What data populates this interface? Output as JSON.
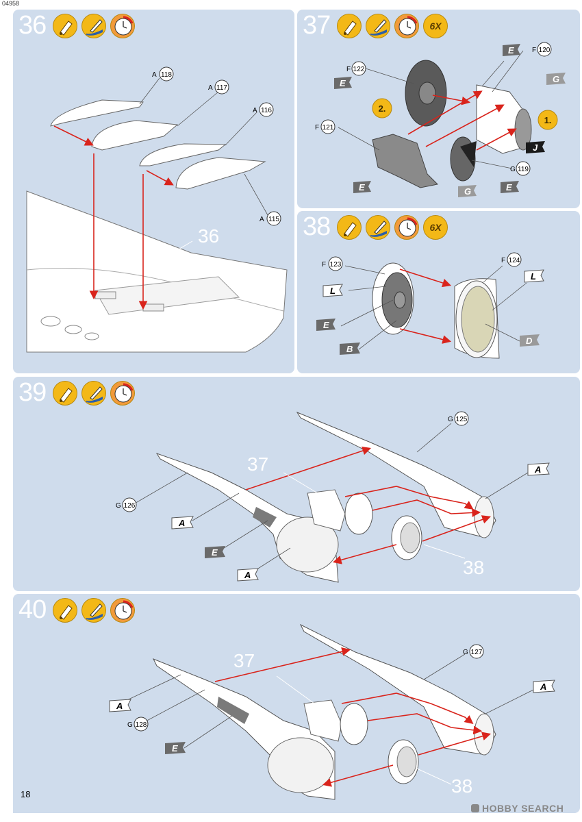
{
  "document": {
    "code": "04958",
    "page_number": "18",
    "watermark": "HOBBY SEARCH"
  },
  "colors": {
    "panel": "#cfdcec",
    "arrow": "#d9241c",
    "icon": "#f3b817",
    "flag_dark": "#6a6a6a",
    "flag_light": "#ffffff",
    "flag_black": "#1a1a1a",
    "flag_grey": "#9a9a9a"
  },
  "icon_names": [
    "glue-icon",
    "paint-brush-icon",
    "clock-icon"
  ],
  "steps": [
    {
      "id": "36",
      "number": "36",
      "multiplier": "",
      "parts": [
        {
          "letter": "A",
          "num": "118"
        },
        {
          "letter": "A",
          "num": "117"
        },
        {
          "letter": "A",
          "num": "116"
        },
        {
          "letter": "A",
          "num": "115"
        }
      ],
      "callouts": [
        "36"
      ],
      "flags": []
    },
    {
      "id": "37",
      "number": "37",
      "multiplier": "6X",
      "parts": [
        {
          "letter": "F",
          "num": "122"
        },
        {
          "letter": "F",
          "num": "120"
        },
        {
          "letter": "F",
          "num": "121"
        },
        {
          "letter": "G",
          "num": "119"
        }
      ],
      "flags": [
        "E",
        "E",
        "G",
        "E",
        "G",
        "J",
        "E"
      ],
      "order": [
        "2.",
        "1."
      ]
    },
    {
      "id": "38",
      "number": "38",
      "multiplier": "6X",
      "parts": [
        {
          "letter": "F",
          "num": "123"
        },
        {
          "letter": "F",
          "num": "124"
        }
      ],
      "flags": [
        "L",
        "E",
        "B",
        "L",
        "D"
      ]
    },
    {
      "id": "39",
      "number": "39",
      "multiplier": "",
      "parts": [
        {
          "letter": "G",
          "num": "125"
        },
        {
          "letter": "G",
          "num": "126"
        }
      ],
      "callouts": [
        "37",
        "38"
      ],
      "flags": [
        "A",
        "A",
        "E",
        "A"
      ]
    },
    {
      "id": "40",
      "number": "40",
      "multiplier": "",
      "parts": [
        {
          "letter": "G",
          "num": "127"
        },
        {
          "letter": "G",
          "num": "128"
        }
      ],
      "callouts": [
        "37",
        "38"
      ],
      "flags": [
        "A",
        "A",
        "E"
      ]
    }
  ]
}
